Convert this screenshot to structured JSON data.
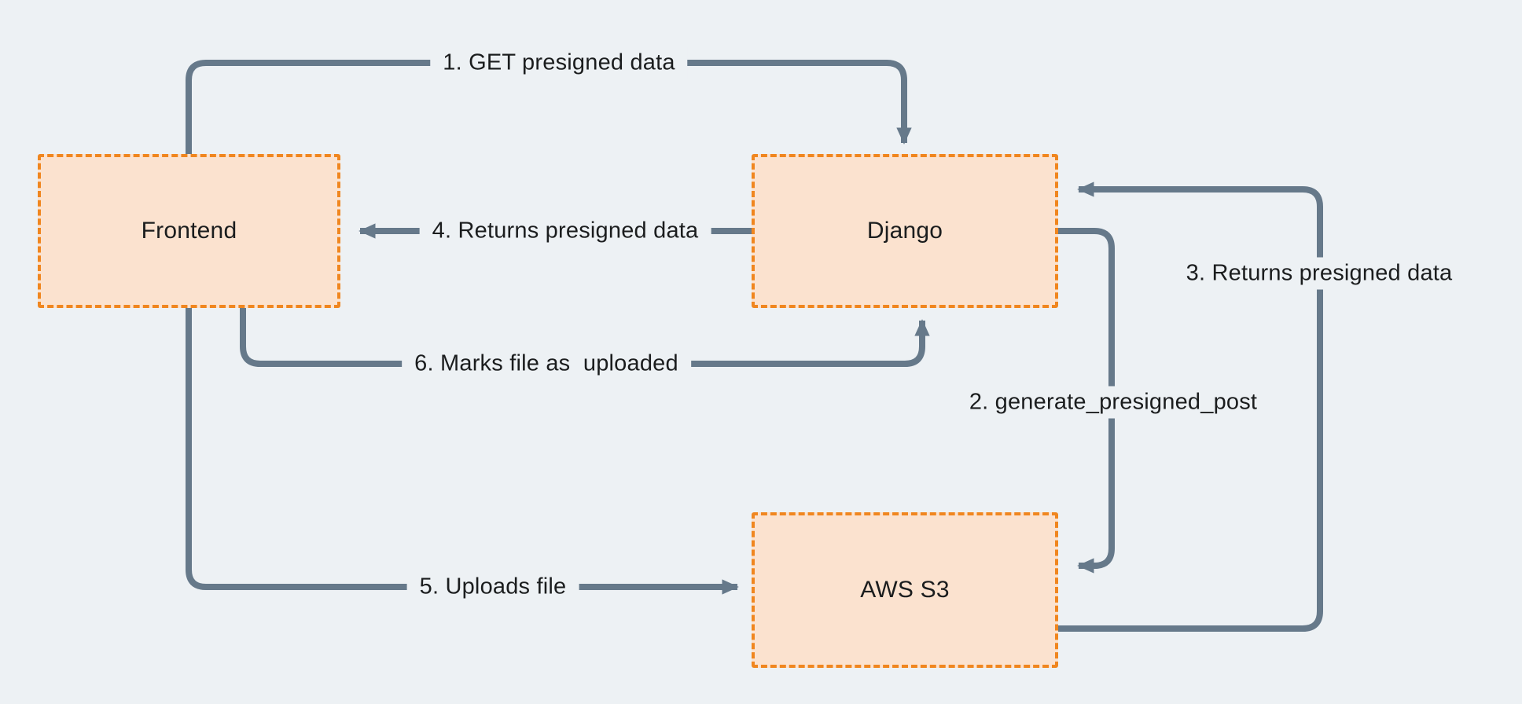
{
  "colors": {
    "background": "#edf1f4",
    "arrow": "#66798a",
    "node_fill": "#fbe2cf",
    "node_border": "#f0861f",
    "text": "#1b1d1e"
  },
  "nodes": {
    "frontend": {
      "label": "Frontend"
    },
    "django": {
      "label": "Django"
    },
    "aws_s3": {
      "label": "AWS S3"
    }
  },
  "edges": {
    "e1": {
      "label": "1. GET presigned data"
    },
    "e2": {
      "label": "2. generate_presigned_post"
    },
    "e3": {
      "label": "3. Returns presigned data"
    },
    "e4": {
      "label": "4. Returns presigned data"
    },
    "e5": {
      "label": "5. Uploads file"
    },
    "e6": {
      "label": "6. Marks file as  uploaded"
    }
  }
}
